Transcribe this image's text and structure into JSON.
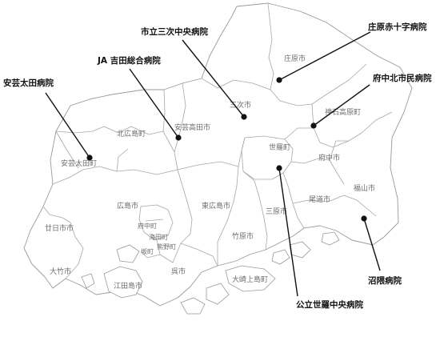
{
  "map": {
    "municipalities": {
      "shobara": "庄原市",
      "miyoshi": "三次市",
      "jinsekikogen": "神石高原町",
      "kitahiroshima": "北広島町",
      "akitakata": "安芸高田市",
      "akiota": "安芸太田町",
      "fuchu_city": "府中市",
      "sera": "世羅町",
      "fukuyama": "福山市",
      "onomichi": "尾道市",
      "mihara": "三原市",
      "higashihiroshima": "東広島市",
      "hiroshima": "広島市",
      "hatsukaichi": "廿日市市",
      "takehara": "竹原市",
      "otake": "大竹市",
      "kure": "呉市",
      "osakikamijima": "大崎上島町",
      "etajima": "江田島市",
      "fuchu_town": "府中町",
      "kaita": "海田町",
      "kumano": "熊野町",
      "saka": "坂町"
    },
    "hospitals": {
      "miyoshi_central": "市立三次中央病院",
      "shobara_redcross": "庄原赤十字病院",
      "yoshida_general": "JA 吉田総合病院",
      "akiota": "安芸太田病院",
      "fuchu_north": "府中北市民病院",
      "numakuma": "沼隈病院",
      "sera_central": "公立世羅中央病院"
    }
  }
}
